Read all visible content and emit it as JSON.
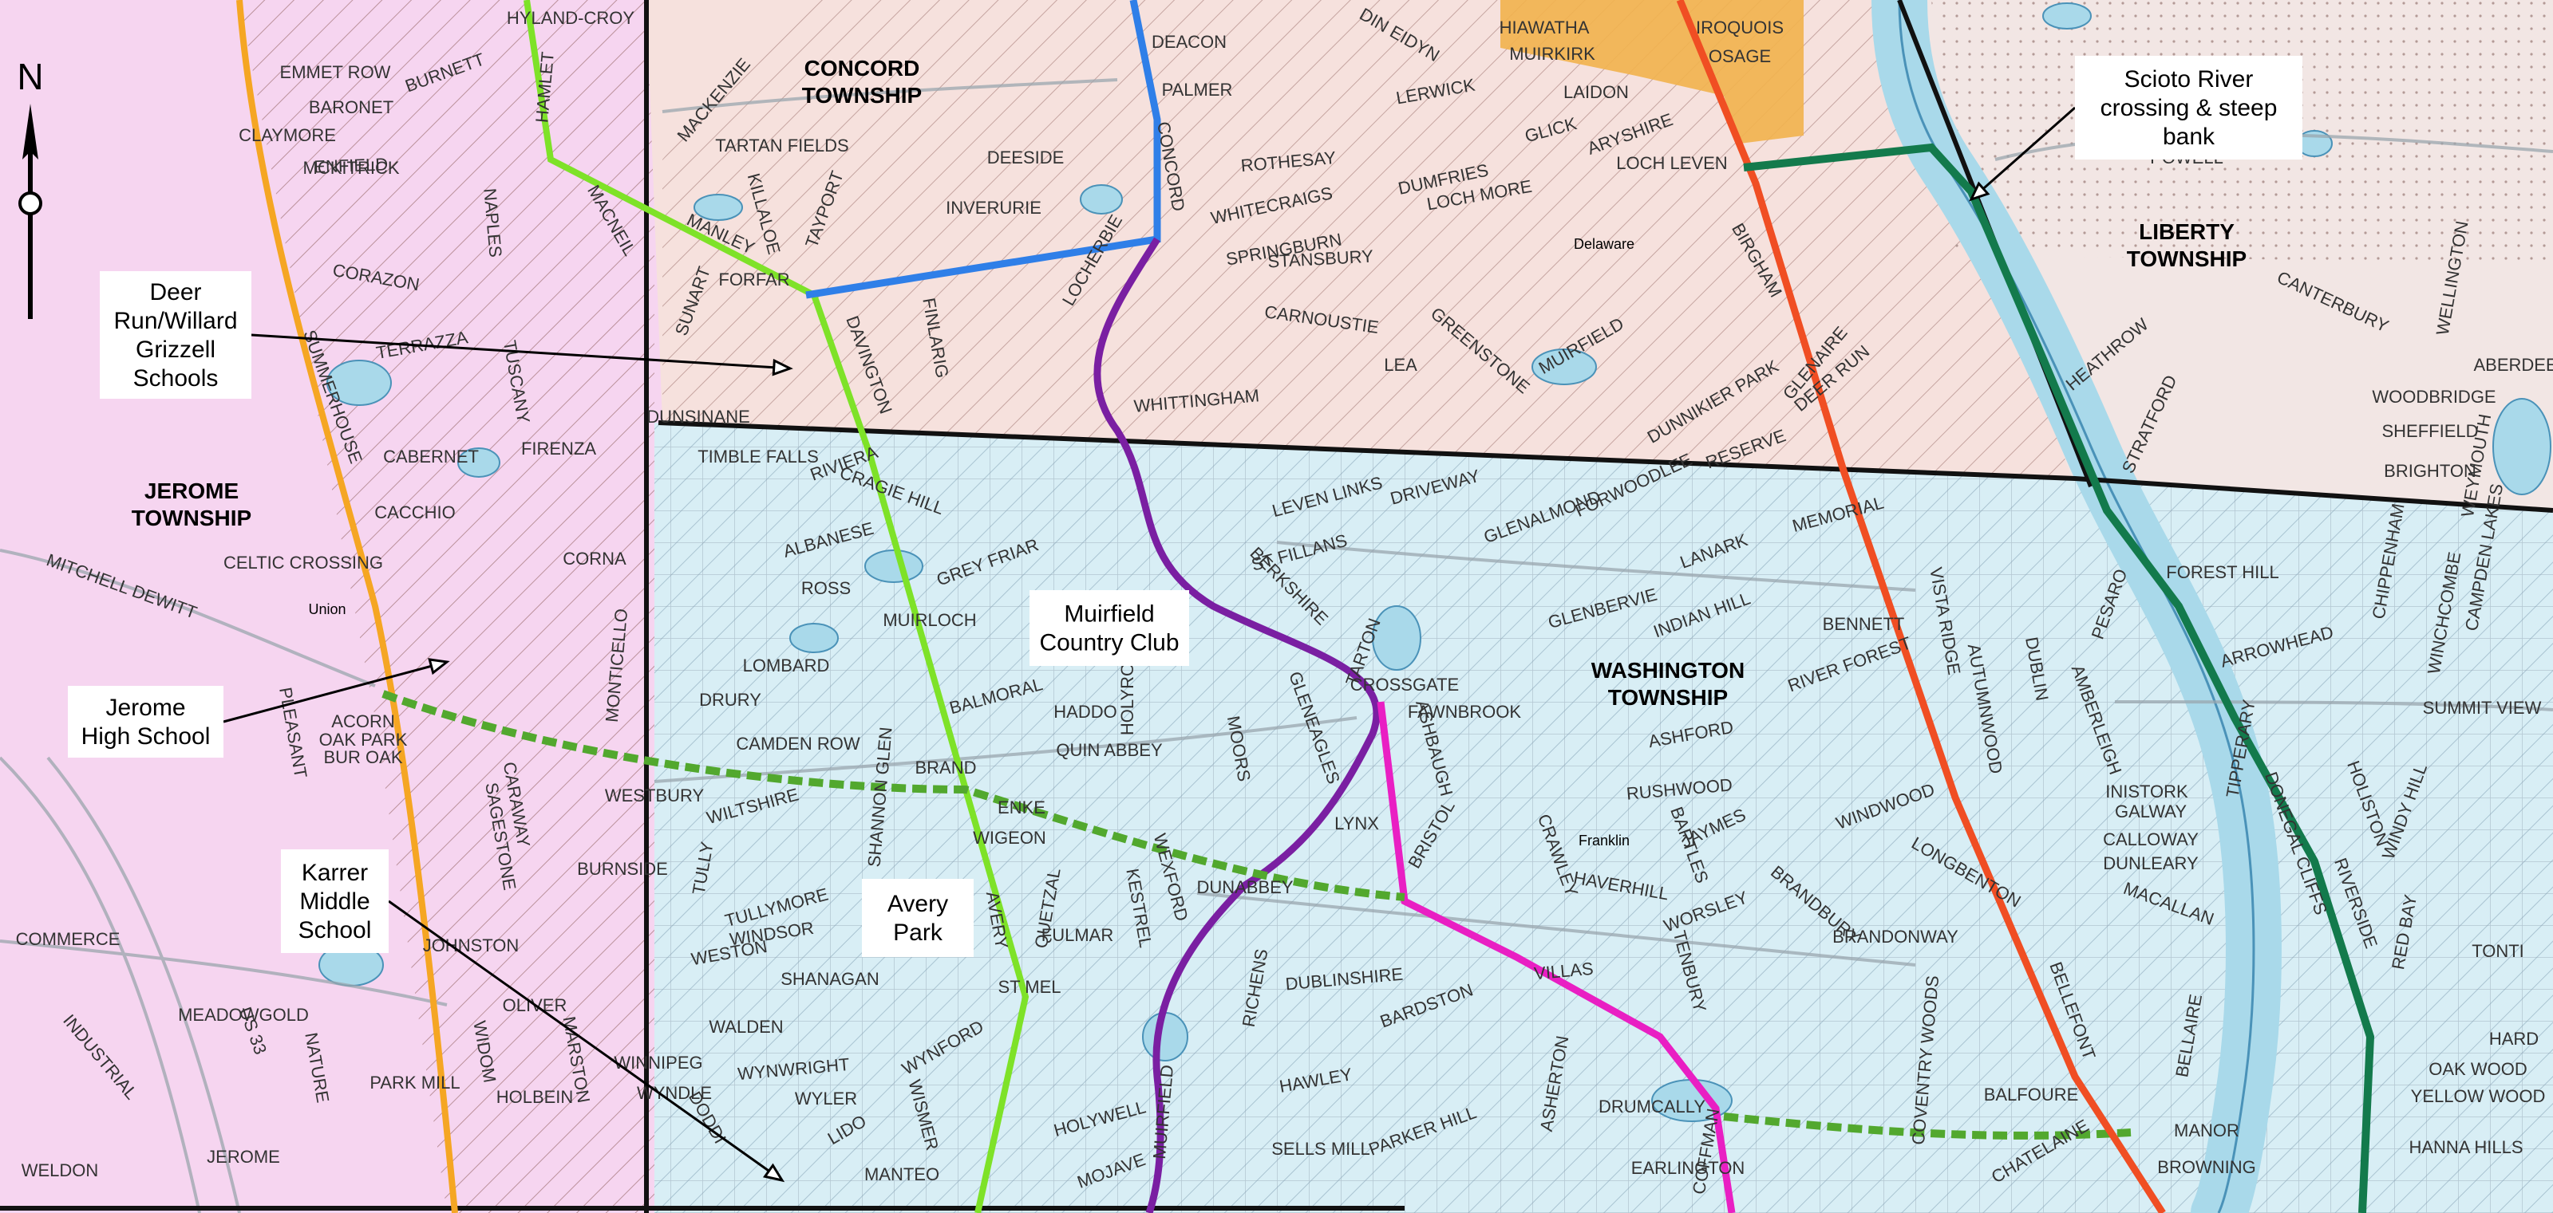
{
  "townships": [
    {
      "id": "jerome",
      "lines": [
        "JEROME",
        "TOWNSHIP"
      ]
    },
    {
      "id": "concord",
      "lines": [
        "CONCORD",
        "TOWNSHIP"
      ]
    },
    {
      "id": "liberty",
      "lines": [
        "LIBERTY",
        "TOWNSHIP"
      ]
    },
    {
      "id": "washington",
      "lines": [
        "WASHINGTON",
        "TOWNSHIP"
      ]
    }
  ],
  "callouts": [
    {
      "id": "deer-run",
      "lines": [
        "Deer",
        "Run/Willard",
        "Grizzell",
        "Schools"
      ]
    },
    {
      "id": "jerome-high",
      "lines": [
        "Jerome",
        "High School"
      ]
    },
    {
      "id": "karrer",
      "lines": [
        "Karrer",
        "Middle",
        "School"
      ]
    },
    {
      "id": "avery-park",
      "lines": [
        "Avery",
        "Park"
      ]
    },
    {
      "id": "muirfield-cc",
      "lines": [
        "Muirfield",
        "Country Club"
      ]
    },
    {
      "id": "scioto",
      "lines": [
        "Scioto River",
        "crossing & steep",
        "bank"
      ]
    }
  ],
  "places": [
    "Delaware",
    "Union",
    "Franklin"
  ],
  "north_label": "N",
  "colors": {
    "jerome_fill": "#f6d5f0",
    "concord_fill": "#f6e1dd",
    "liberty_fill": "#f2e6e4",
    "washington_fill": "#d8eef5",
    "orange_city": "#f2b24c",
    "river": "#a9d9ea",
    "route_orange": "#f5a623",
    "route_lime": "#7ee228",
    "route_blue": "#2f7fe8",
    "route_purple": "#7a1fa2",
    "route_magenta": "#e91fc3",
    "route_dashed": "#52a82e",
    "route_red": "#f04e23",
    "route_darkgreen": "#137a4c"
  },
  "streets": [
    [
      "EMMET ROW",
      "BARONET",
      "CLAYMORE",
      "ENFIELD",
      "MCKITRICK",
      "BURNETT",
      "NAPLES",
      "CORAZON",
      "TERRAZZA",
      "TUSCANY",
      "CABERNET",
      "FIRENZA",
      "CACCHIO",
      "CELTIC CROSSING",
      "CORNA",
      "MITCHELL DEWITT",
      "ACORN",
      "OAK PARK",
      "BUR OAK",
      "PLEASANT",
      "SAGESTONE",
      "CARAWAY",
      "WESTBURY",
      "BURNSIDE",
      "JOHNSTON",
      "OLIVER",
      "MARSTON",
      "HOLBEIN",
      "WIDOM",
      "PARK MILL",
      "NATURE",
      "MEADOWGOLD",
      "COMMERCE",
      "INDUSTRIAL",
      "US 33",
      "WELDON",
      "JEROME",
      "HAMLET",
      "MACNEIL",
      "HYLAND-CROY",
      "SUMMERHOUSE",
      "MONTICELLO",
      "WINNIPEG",
      "WYNDLE",
      "DODDI"
    ],
    [
      "MACKENZIE",
      "TARTAN FIELDS",
      "MANLEY",
      "KILLALOE",
      "TAYPORT",
      "SUNART",
      "FORFAR",
      "INVERURIE",
      "DEESIDE",
      "DEACON",
      "PALMER",
      "CONCORD",
      "FINLARIG",
      "DAVINGTON",
      "LOCHERBIE",
      "DIN EIDYN",
      "ROTHESAY",
      "WHITECRAIGS",
      "DUMFRIES",
      "SPRINGBURN",
      "LOCH MORE",
      "STANSBURY",
      "CARNOUSTIE",
      "GREENSTONE",
      "LEA",
      "MUIRFIELD",
      "WHITTINGHAM",
      "LERWICK",
      "HIAWATHA",
      "MUIRKIRK",
      "IROQUOIS",
      "OSAGE",
      "LAIDON",
      "GLICK",
      "ARYSHIRE",
      "LOCH LEVEN",
      "BIRGHAM",
      "GLENAIRE",
      "DEER RUN",
      "DUNNIKIER PARK",
      "RESERVE"
    ],
    [
      "POWELL",
      "HEATHROW",
      "STRATFORD",
      "CANTERBURY",
      "WELLINGTON",
      "ABERDEEN",
      "WOODBRIDGE",
      "SHEFFIELD",
      "BRIGHTON",
      "WEYMOUTH",
      "CHIPPENHAM",
      "CAMPDEN LAKES",
      "WINCHCOMBE",
      "FOREST HILL",
      "ARROWHEAD",
      "SUMMIT VIEW",
      "HOLISTON",
      "WINDY HILL",
      "RED BAY",
      "TONTI",
      "RIVERSIDE",
      "HARD",
      "OAK WOOD",
      "YELLOW WOOD",
      "HANNA HILLS"
    ],
    [
      "DUNSINANE",
      "TIMBLE FALLS",
      "RIVIERA",
      "CRAGIE HILL",
      "ALBANESE",
      "ROSS",
      "GREY FRIAR",
      "MUIRLOCH",
      "LOMBARD",
      "DRURY",
      "BALMORAL",
      "HADDO",
      "HOLYROOD",
      "SHANNON GLEN",
      "CAMDEN ROW",
      "BRAND",
      "QUIN ABBEY",
      "WILTSHIRE",
      "ENKE",
      "WIGEON",
      "TULLY",
      "TULLYMORE",
      "WINDSOR",
      "WESTON",
      "SHANAGAN",
      "AVERY",
      "FULMAR",
      "QUETZAL",
      "KESTREL",
      "WALDEN",
      "WYNWRIGHT",
      "WYLER",
      "LIDO",
      "WISMER",
      "WYNFORD",
      "ST MEL",
      "MANTEO",
      "HOLYWELL",
      "MOJAVE",
      "MUIRFIELD",
      "WEXFORD",
      "DUNABBEY",
      "RICHENS",
      "MOORS",
      "GLENEAGLES",
      "LYNX",
      "ASHBAUGH",
      "BRISTOL",
      "TARTON",
      "CROSSGATE",
      "FAWNBROOK",
      "BERKSHIRE",
      "ST FILLANS",
      "LEVEN LINKS",
      "DRIVEWAY",
      "GLENALMOND",
      "FORWOODLEE",
      "GLENBERVIE",
      "LANARK",
      "INDIAN HILL",
      "MEMORIAL",
      "BENNETT",
      "RIVER FOREST",
      "ASHFORD",
      "RUSHWOOD",
      "JAYMES",
      "BARTLES",
      "CRAWLEY",
      "HAVERHILL",
      "WORSLEY",
      "BRANDBURY",
      "BRANDONWAY",
      "WINDWOOD",
      "LONGBENTON",
      "TENBURY",
      "VILLAS",
      "DUBLINSHIRE",
      "BARDSTON",
      "HAWLEY",
      "SELLS MILL",
      "PARKER HILL",
      "ASHERTON",
      "DRUMCALLY",
      "EARLINGTON",
      "COFFMAN",
      "COVENTRY WOODS",
      "BALFOURE",
      "CHATELAINE",
      "BROWNING",
      "MANOR",
      "BELLAIRE",
      "BELLEFONT",
      "TIPPERARY",
      "DONEGAL CLIFFS",
      "GALWAY",
      "CALLOWAY",
      "DUNLEARY",
      "MACALLAN",
      "INISTORK",
      "AMBERLEIGH",
      "DUBLIN",
      "AUTUMNWOOD",
      "VISTA RIDGE",
      "PESARO"
    ]
  ]
}
